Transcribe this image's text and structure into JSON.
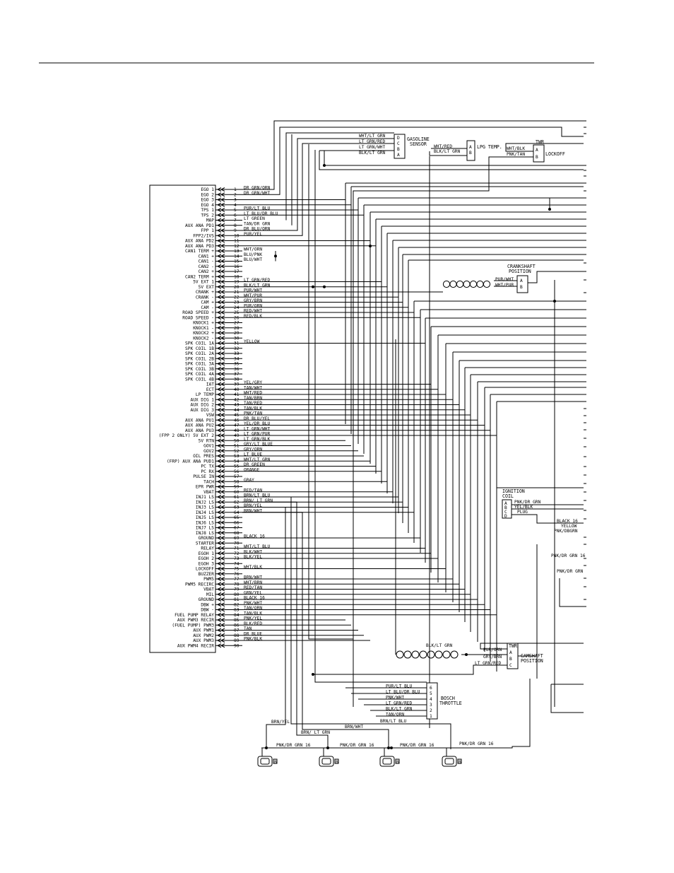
{
  "ecm": {
    "pins": [
      {
        "n": "1",
        "label": "EGO 1",
        "wire": "DR GRN/ORN"
      },
      {
        "n": "2",
        "label": "EGO 2",
        "wire": "DR GRN/WHT"
      },
      {
        "n": "3",
        "label": "EGO 3",
        "wire": ""
      },
      {
        "n": "4",
        "label": "EGO 4",
        "wire": ""
      },
      {
        "n": "5",
        "label": "TPS 1",
        "wire": "PUR/LT BLU"
      },
      {
        "n": "6",
        "label": "TPS 2",
        "wire": "LT BLU/DR BLU"
      },
      {
        "n": "7",
        "label": "MAP",
        "wire": "LT GREEN"
      },
      {
        "n": "8",
        "label": "AUX ANA PD1",
        "wire": "TAN/DR GRN"
      },
      {
        "n": "9",
        "label": "FPP 1",
        "wire": "DR BLU/ORN"
      },
      {
        "n": "10",
        "label": "FPP2/IVS",
        "wire": "PUR/YEL"
      },
      {
        "n": "11",
        "label": "AUX ANA PD2",
        "wire": ""
      },
      {
        "n": "12",
        "label": "AUX ANA PD3",
        "wire": ""
      },
      {
        "n": "13",
        "label": "CAN1 TERM +",
        "wire": "WHT/ORN"
      },
      {
        "n": "14",
        "label": "CAN1 +",
        "wire": "BLU/PNK"
      },
      {
        "n": "15",
        "label": "CAN1 -",
        "wire": "BLU/WHT"
      },
      {
        "n": "16",
        "label": "CAN2 -",
        "wire": ""
      },
      {
        "n": "17",
        "label": "CAN2 +",
        "wire": ""
      },
      {
        "n": "18",
        "label": "CAN2 TERM +",
        "wire": ""
      },
      {
        "n": "19",
        "label": "5V EXT 1",
        "wire": "LT GRN/RED"
      },
      {
        "n": "20",
        "label": "5V EXT",
        "wire": "BLK/LT GRN"
      },
      {
        "n": "21",
        "label": "CRANK +",
        "wire": "PUR/WHT"
      },
      {
        "n": "22",
        "label": "CRANK -",
        "wire": "WHT/PUR"
      },
      {
        "n": "23",
        "label": "CAM +",
        "wire": "GRY/BRN"
      },
      {
        "n": "24",
        "label": "CAM -",
        "wire": "PUR/ORN"
      },
      {
        "n": "25",
        "label": "ROAD SPEED +",
        "wire": "RED/WHT"
      },
      {
        "n": "26",
        "label": "ROAD SPEED -",
        "wire": "RED/BLK"
      },
      {
        "n": "27",
        "label": "KNOCK1 +",
        "wire": ""
      },
      {
        "n": "28",
        "label": "KNOCK1 -",
        "wire": ""
      },
      {
        "n": "29",
        "label": "KNOCK2 +",
        "wire": ""
      },
      {
        "n": "30",
        "label": "KNOCK2 -",
        "wire": ""
      },
      {
        "n": "31",
        "label": "SPK COIL 1A",
        "wire": "YELLOW"
      },
      {
        "n": "32",
        "label": "SPK COIL 1B",
        "wire": ""
      },
      {
        "n": "33",
        "label": "SPK COIL 2A",
        "wire": ""
      },
      {
        "n": "34",
        "label": "SPK COIL 2B",
        "wire": ""
      },
      {
        "n": "35",
        "label": "SPK COIL 3A",
        "wire": ""
      },
      {
        "n": "36",
        "label": "SPK COIL 3B",
        "wire": ""
      },
      {
        "n": "37",
        "label": "SPK COIL 4A",
        "wire": ""
      },
      {
        "n": "38",
        "label": "SPK COIL 4B",
        "wire": ""
      },
      {
        "n": "39",
        "label": "IAT",
        "wire": "YEL/GRY"
      },
      {
        "n": "40",
        "label": "ECT",
        "wire": "TAN/WHT"
      },
      {
        "n": "41",
        "label": "LP TEMP",
        "wire": "WHT/RED"
      },
      {
        "n": "42",
        "label": "AUX DIG 1",
        "wire": "TAN/BRN"
      },
      {
        "n": "43",
        "label": "AUX DIG 2",
        "wire": "TAN/RED"
      },
      {
        "n": "44",
        "label": "AUX DIG 3",
        "wire": "TAN/BLK"
      },
      {
        "n": "45",
        "label": "VSW",
        "wire": "PNK/TAN"
      },
      {
        "n": "46",
        "label": "AUX ANA PU1",
        "wire": "DR BLU/YEL"
      },
      {
        "n": "47",
        "label": "AUX ANA PU2",
        "wire": "YEL/DR BLU"
      },
      {
        "n": "48",
        "label": "AUX ANA PU3",
        "wire": "LT GRN/WHT"
      },
      {
        "n": "49",
        "label": "(FPP 2 ONLY) 5V EXT 2",
        "wire": "LT GRN/PUR"
      },
      {
        "n": "50",
        "label": "5V RTN",
        "wire": "LT GRN/BLK"
      },
      {
        "n": "51",
        "label": "GOV1",
        "wire": "GRY/LT BLUE"
      },
      {
        "n": "52",
        "label": "GOV2",
        "wire": "GRY/ORN"
      },
      {
        "n": "53",
        "label": "OIL PRES",
        "wire": "LT BLUE"
      },
      {
        "n": "54",
        "label": "(FRP) AUX ANA PUD1",
        "wire": "WHT/LT GRN"
      },
      {
        "n": "55",
        "label": "PC TX",
        "wire": "DR GREEN"
      },
      {
        "n": "56",
        "label": "PC RX",
        "wire": "ORANGE"
      },
      {
        "n": "57",
        "label": "PULSE IN",
        "wire": ""
      },
      {
        "n": "58",
        "label": "TACH",
        "wire": "GRAY"
      },
      {
        "n": "59",
        "label": "EPR PWR",
        "wire": ""
      },
      {
        "n": "60",
        "label": "VBAT",
        "wire": "RED/TAN"
      },
      {
        "n": "61",
        "label": "INJ1 LS",
        "wire": "BRN/LT BLU"
      },
      {
        "n": "62",
        "label": "INJ2 LS",
        "wire": "BRN/ LT GRN"
      },
      {
        "n": "63",
        "label": "INJ3 LS",
        "wire": "BRN/YEL"
      },
      {
        "n": "64",
        "label": "INJ4 LS",
        "wire": "BRN/WHT"
      },
      {
        "n": "65",
        "label": "INJ5 LS",
        "wire": ""
      },
      {
        "n": "66",
        "label": "INJ6 LS",
        "wire": ""
      },
      {
        "n": "67",
        "label": "INJ7 LS",
        "wire": ""
      },
      {
        "n": "68",
        "label": "INJ8 LS",
        "wire": ""
      },
      {
        "n": "69",
        "label": "GROUND",
        "wire": "BLACK 16"
      },
      {
        "n": "70",
        "label": "STARTER",
        "wire": ""
      },
      {
        "n": "71",
        "label": "RELAY",
        "wire": "WHT/LT BLU"
      },
      {
        "n": "72",
        "label": "EGOH 1",
        "wire": "BLK/WHT"
      },
      {
        "n": "73",
        "label": "EGOH 2",
        "wire": "BLK/YEL"
      },
      {
        "n": "74",
        "label": "EGOH 3",
        "wire": ""
      },
      {
        "n": "75",
        "label": "LOCKOFF",
        "wire": "WHT/BLK"
      },
      {
        "n": "76",
        "label": "BUZZER",
        "wire": ""
      },
      {
        "n": "77",
        "label": "PWM5",
        "wire": "BRN/WHT"
      },
      {
        "n": "78",
        "label": "PWM5 RECIRC",
        "wire": "WHT/BRN"
      },
      {
        "n": "79",
        "label": "VBAT",
        "wire": "RED/TAN"
      },
      {
        "n": "80",
        "label": "MIL",
        "wire": "GRN/YEL"
      },
      {
        "n": "81",
        "label": "GROUND",
        "wire": "BLACK 16"
      },
      {
        "n": "82",
        "label": "DBW +",
        "wire": "PNK/WHT"
      },
      {
        "n": "83",
        "label": "DBW -",
        "wire": "TAN/ORN"
      },
      {
        "n": "84",
        "label": "FUEL PUMP RELAY",
        "wire": "TAN/BLK"
      },
      {
        "n": "85",
        "label": "AUX PWM3 RECIR",
        "wire": "PNK/YEL"
      },
      {
        "n": "86",
        "label": "(FUEL PUMP) PWM3",
        "wire": "BLK/RED"
      },
      {
        "n": "87",
        "label": "AUX PWM1",
        "wire": "TAN"
      },
      {
        "n": "88",
        "label": "AUX PWM2",
        "wire": "DR BLUE"
      },
      {
        "n": "89",
        "label": "AUX PWM3",
        "wire": "PNK/BLK"
      },
      {
        "n": "90",
        "label": "AUX PWM4 RECIR",
        "wire": ""
      }
    ]
  },
  "gasoline_sensor": {
    "name_line1": "GASOLINE",
    "name_line2": "SENSOR",
    "pins": [
      "D",
      "C",
      "B",
      "A"
    ],
    "wires": [
      "WHT/LT GRN",
      "LT GRN/RED",
      "LT GRN/WHT",
      "BLK/LT GRN"
    ]
  },
  "lpg_temp": {
    "name": "LPG TEMP.",
    "pins": [
      "A",
      "B"
    ],
    "wires": [
      "WHT/RED",
      "BLK/LT GRN"
    ]
  },
  "lockoff": {
    "name": "LOCKOFF",
    "header": "TWR",
    "pins": [
      "A",
      "B"
    ],
    "wires": [
      "WHT/BLK",
      "PNK/TAN"
    ]
  },
  "crankshaft": {
    "name_line1": "CRANKSHAFT",
    "name_line2": "POSITION",
    "pins": [
      "A",
      "B"
    ],
    "wires": [
      "PUR/WHT",
      "WHT/PUR"
    ]
  },
  "ignition_coil": {
    "name_line1": "IGNITION",
    "name_line2": "COIL",
    "pins": [
      "A",
      "B",
      "C",
      "D"
    ],
    "wires": [
      "PNK/DR GRN",
      "YEL/BLK",
      "PLUG"
    ]
  },
  "right_side_labels": {
    "black16": "BLACK 16",
    "yellow": "YELLOW",
    "pnk_dbgrn": "PNK/DBGRN",
    "pnk_dr_grn16": "PNK/DR GRN 16",
    "pnk_dr_grn": "PNK/DR GRN"
  },
  "camshaft": {
    "name_line1": "CAMSHAFT",
    "name_line2": "POSITION",
    "header": "TWR",
    "pins": [
      "A",
      "B",
      "C"
    ],
    "wires": [
      "PUR/ORN",
      "GRY/BRN",
      "LT GRN/RED"
    ],
    "shield_wire": "BLK/LT GRN"
  },
  "throttle": {
    "name_line1": "BOSCH",
    "name_line2": "THROTTLE",
    "pins": [
      "6",
      "5",
      "4",
      "3",
      "2",
      "1"
    ],
    "wires": [
      "PUR/LT BLU",
      "LT BLU/DR BLU",
      "PNK/WHT",
      "LT GRN/RED",
      "BLK/LT GRN",
      "TAN/ORN"
    ]
  },
  "injectors": {
    "wire_labels": [
      "BRN/YEL",
      "BRN/ LT GRN",
      "BRN/WHT",
      "BRN/LT BLU"
    ],
    "supply_labels": [
      "PNK/DR GRN 16",
      "PNK/DR GRN 16",
      "PNK/DR GRN 16",
      "PNK/DR GRN 16"
    ],
    "pin_letter": "B"
  }
}
